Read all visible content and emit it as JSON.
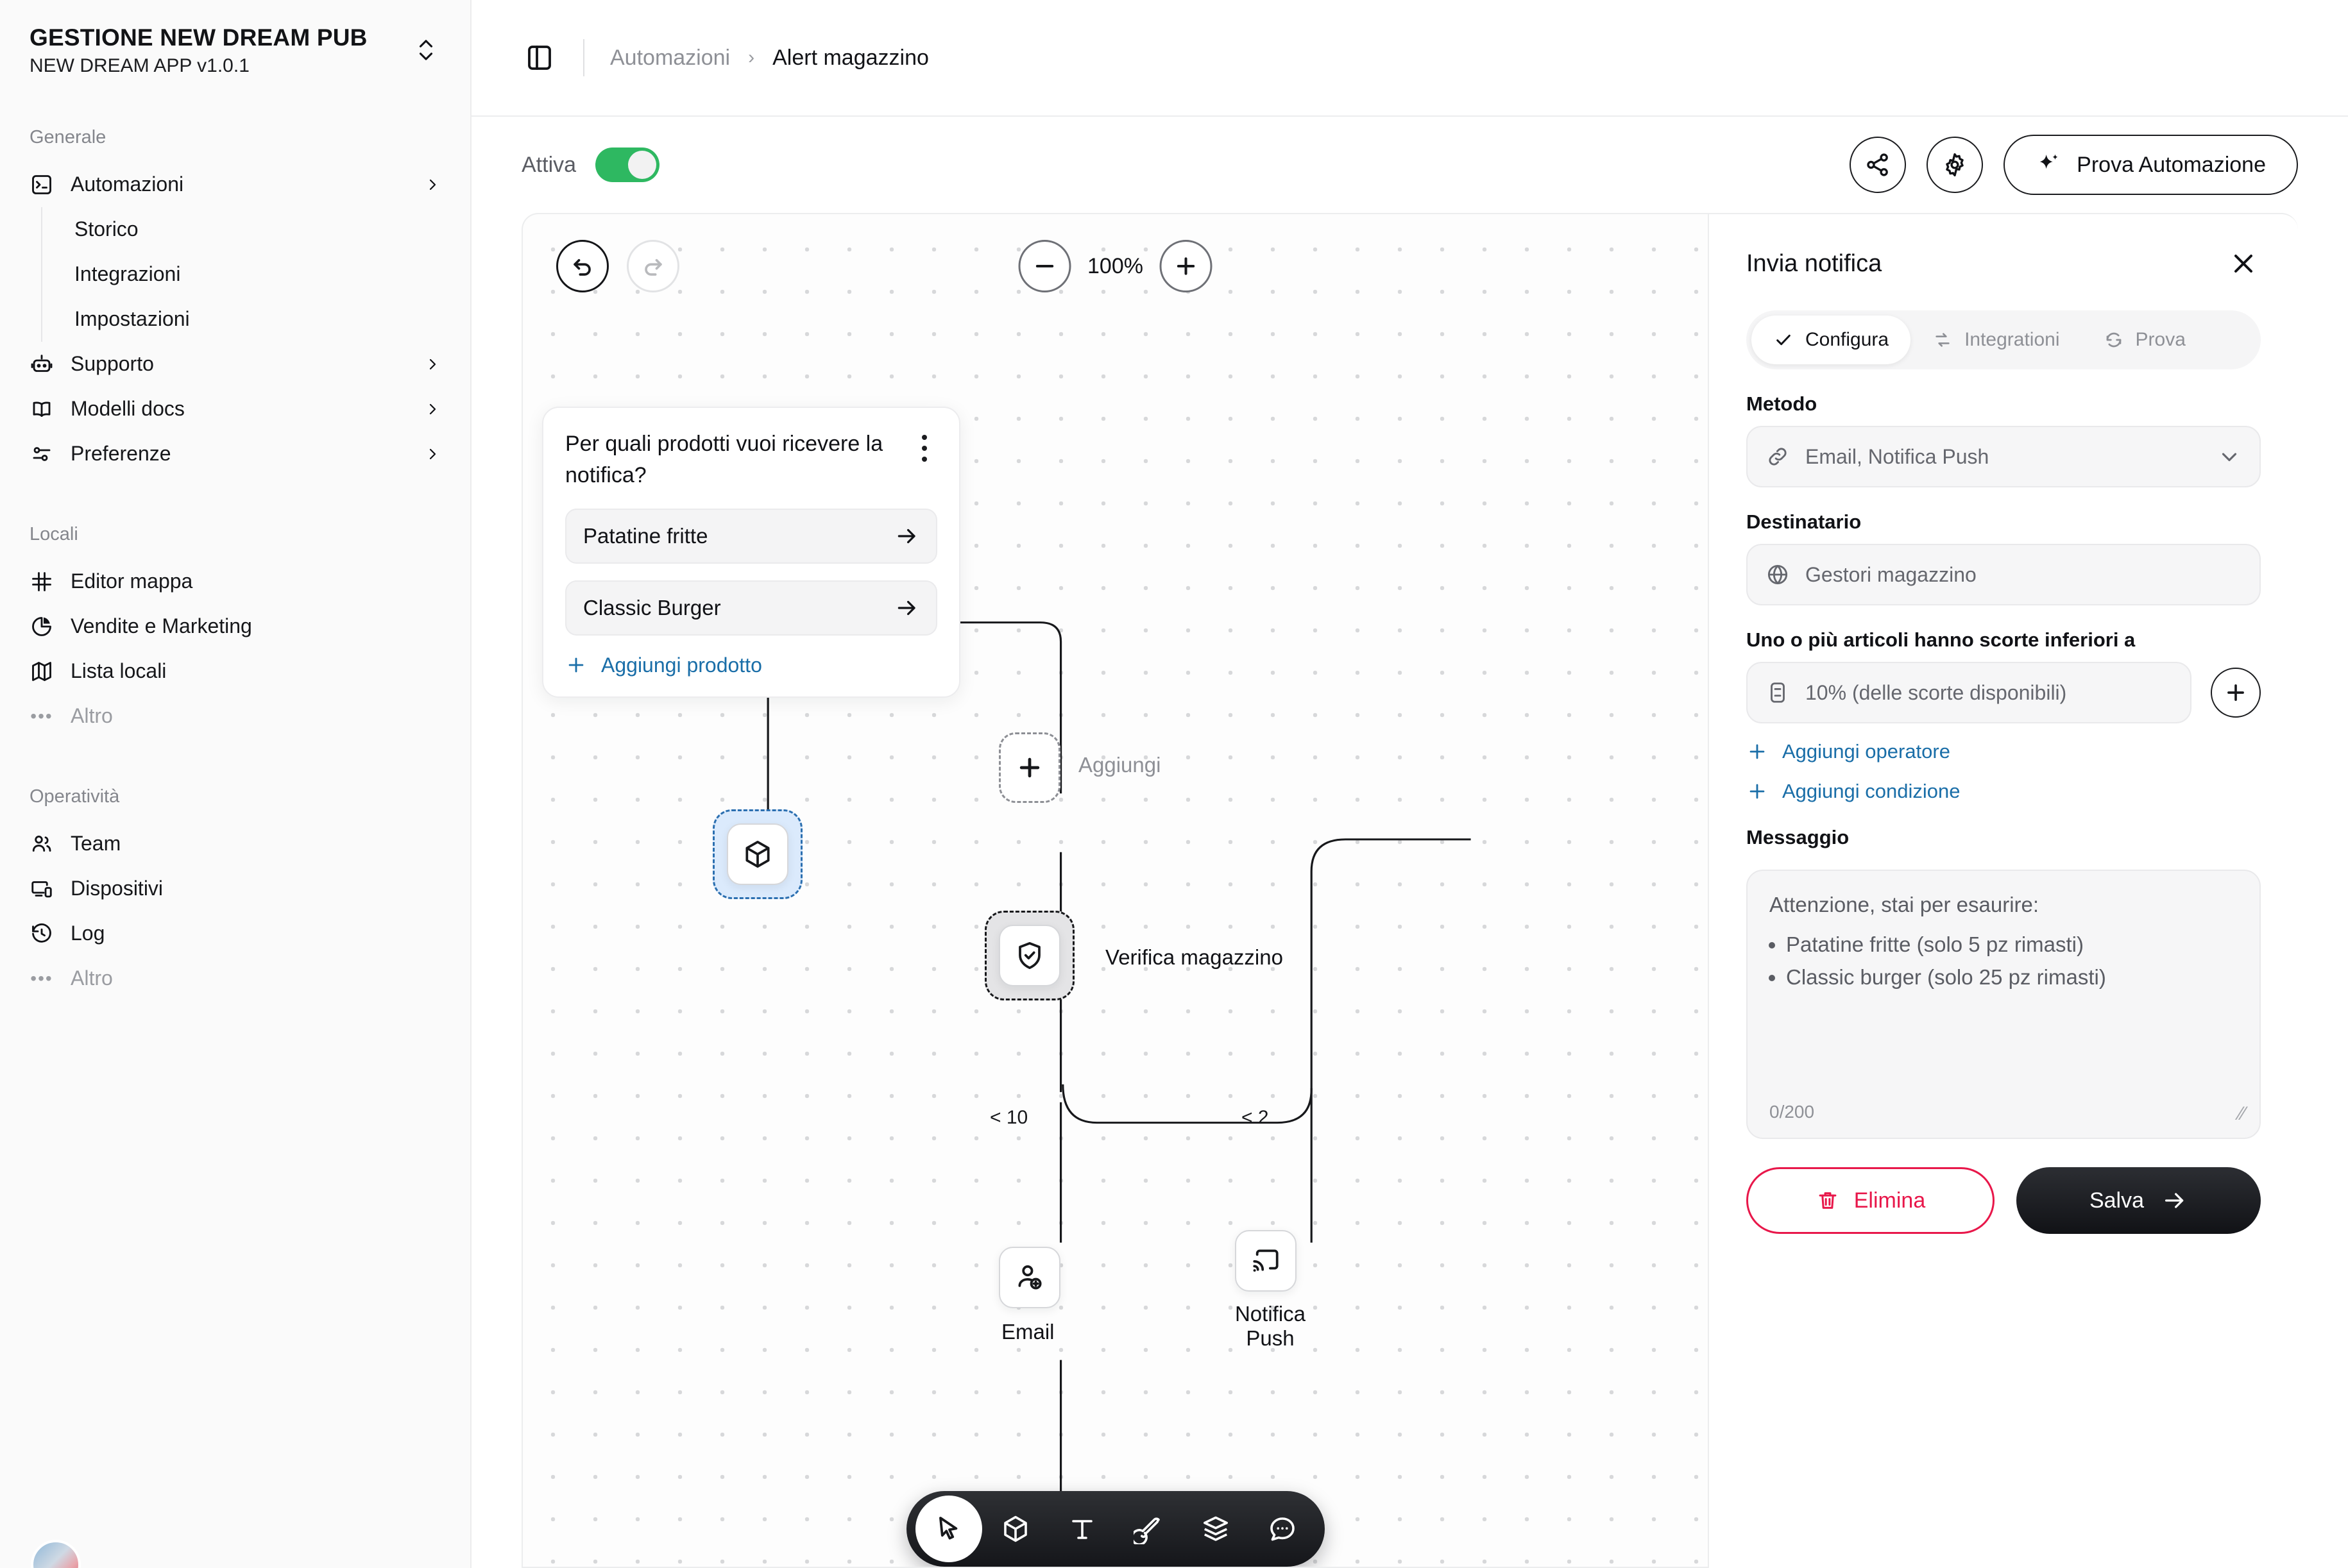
{
  "sidebar": {
    "brand": {
      "title": "GESTIONE NEW DREAM PUB",
      "subtitle": "NEW DREAM APP v1.0.1"
    },
    "groups": [
      {
        "label": "Generale",
        "items": [
          {
            "label": "Automazioni",
            "icon": "terminal-icon",
            "chevron": true
          },
          {
            "label": "Supporto",
            "icon": "robot-icon",
            "chevron": true
          },
          {
            "label": "Modelli docs",
            "icon": "book-icon",
            "chevron": true
          },
          {
            "label": "Preferenze",
            "icon": "sliders-icon",
            "chevron": true
          }
        ],
        "subitems": [
          "Storico",
          "Integrazioni",
          "Impostazioni"
        ]
      },
      {
        "label": "Locali",
        "items": [
          {
            "label": "Editor mappa",
            "icon": "grid-frame-icon",
            "chevron": false
          },
          {
            "label": "Vendite e Marketing",
            "icon": "pie-chart-icon",
            "chevron": false
          },
          {
            "label": "Lista locali",
            "icon": "map-icon",
            "chevron": false
          },
          {
            "label": "Altro",
            "icon": "ellipsis-icon",
            "chevron": false,
            "muted": true
          }
        ]
      },
      {
        "label": "Operatività",
        "items": [
          {
            "label": "Team",
            "icon": "users-icon",
            "chevron": false
          },
          {
            "label": "Dispositivi",
            "icon": "devices-icon",
            "chevron": false
          },
          {
            "label": "Log",
            "icon": "history-icon",
            "chevron": false
          },
          {
            "label": "Altro",
            "icon": "ellipsis-icon",
            "chevron": false,
            "muted": true
          }
        ]
      }
    ]
  },
  "topbar": {
    "breadcrumb_parent": "Automazioni",
    "breadcrumb_sep": "›",
    "breadcrumb_current": "Alert magazzino"
  },
  "subbar": {
    "active_label": "Attiva",
    "active_on": true,
    "toggle_color": "#2eb861",
    "test_button": "Prova Automazione"
  },
  "canvas": {
    "zoom_level": "100%",
    "card": {
      "title": "Per quali prodotti vuoi ricevere la notifica?",
      "options": [
        "Patatine fritte",
        "Classic Burger"
      ],
      "add_label": "Aggiungi prodotto",
      "link_color": "#1a6ea8"
    },
    "nodes": [
      {
        "name": "prodotto",
        "label": "",
        "icon": "cube-icon",
        "selected": "blue"
      },
      {
        "name": "aggiungi",
        "label": "Aggiungi",
        "icon": "plus-icon",
        "selected": "dashed"
      },
      {
        "name": "verifica",
        "label": "Verifica magazzino",
        "icon": "shield-check-icon",
        "selected": "grey"
      },
      {
        "name": "email",
        "label": "Email",
        "icon": "user-add-icon",
        "selected": "none"
      },
      {
        "name": "notifica-push",
        "label": "Notifica Push",
        "icon": "cast-icon",
        "selected": "none"
      }
    ],
    "edge_labels": [
      "< 10",
      "< 2"
    ],
    "toolbar_tools": [
      "cursor-icon",
      "cube-icon",
      "text-icon",
      "pen-icon",
      "layers-icon",
      "comment-icon"
    ]
  },
  "panel": {
    "title": "Invia notifica",
    "tabs": [
      {
        "label": "Configura",
        "icon": "check-icon",
        "active": true
      },
      {
        "label": "Integrationi",
        "icon": "swap-icon",
        "active": false
      },
      {
        "label": "Prova",
        "icon": "refresh-icon",
        "active": false
      }
    ],
    "method": {
      "label": "Metodo",
      "value": "Email, Notifica Push",
      "icon": "link-icon"
    },
    "recipient": {
      "label": "Destinatario",
      "value": "Gestori magazzino",
      "icon": "globe-icon"
    },
    "condition": {
      "label": "Uno o più articoli hanno scorte inferiori a",
      "value": "10% (delle scorte disponibili)",
      "icon": "card-icon",
      "add_operator": "Aggiungi operatore",
      "add_condition": "Aggiungi condizione"
    },
    "message": {
      "label": "Messaggio",
      "intro": "Attenzione, stai per esaurire:",
      "items": [
        "Patatine fritte (solo 5 pz rimasti)",
        "Classic burger (solo 25 pz rimasti)"
      ],
      "counter": "0/200"
    },
    "delete_label": "Elimina",
    "save_label": "Salva",
    "danger_color": "#e8174a"
  }
}
